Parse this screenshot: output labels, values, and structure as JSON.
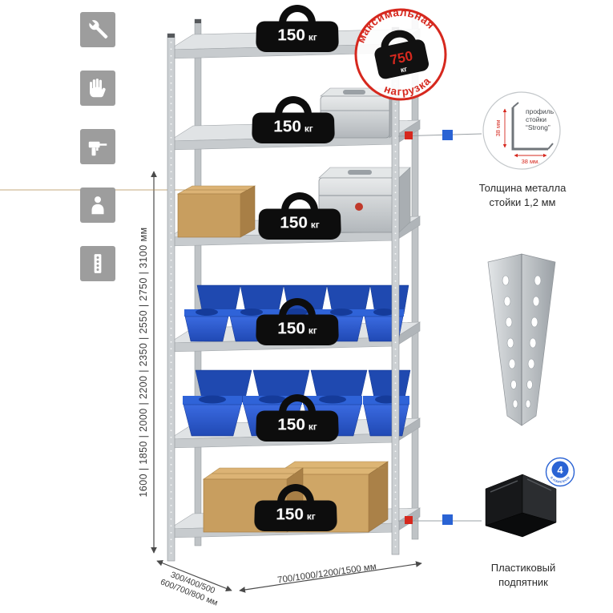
{
  "stamp": {
    "top_text": "максимальная",
    "bottom_text": "нагрузка",
    "value": "750",
    "unit": "кг"
  },
  "shelves": [
    {
      "load": "150",
      "unit": "кг"
    },
    {
      "load": "150",
      "unit": "кг"
    },
    {
      "load": "150",
      "unit": "кг"
    },
    {
      "load": "150",
      "unit": "кг"
    },
    {
      "load": "150",
      "unit": "кг"
    },
    {
      "load": "150",
      "unit": "кг"
    }
  ],
  "dimensions": {
    "height": "1600 | 1850 | 2000 | 2200 | 2350 | 2550 | 2750 | 3100 мм",
    "depth_line1": "300/400/500",
    "depth_line2": "600/700/800 мм",
    "width": "700/1000/1200/1500 мм"
  },
  "profile_detail": {
    "label_line1": "профиль",
    "label_line2": "стойки",
    "label_line3": "“Strong”",
    "dim_vertical": "38 мм",
    "dim_horizontal": "38 мм.",
    "caption_line1": "Толщина металла",
    "caption_line2": "стойки 1,2 мм"
  },
  "foot_detail": {
    "badge_number": "4",
    "badge_text": "в комплекте",
    "caption_line1": "Пластиковый",
    "caption_line2": "подпятник"
  },
  "sidebar_icons": [
    "wrench-icon",
    "glove-icon",
    "drill-icon",
    "person-icon",
    "perforated-post-icon"
  ],
  "colors": {
    "accent_red": "#d6281e",
    "accent_blue": "#2a63d4",
    "icon_gray": "#9d9d9d"
  }
}
